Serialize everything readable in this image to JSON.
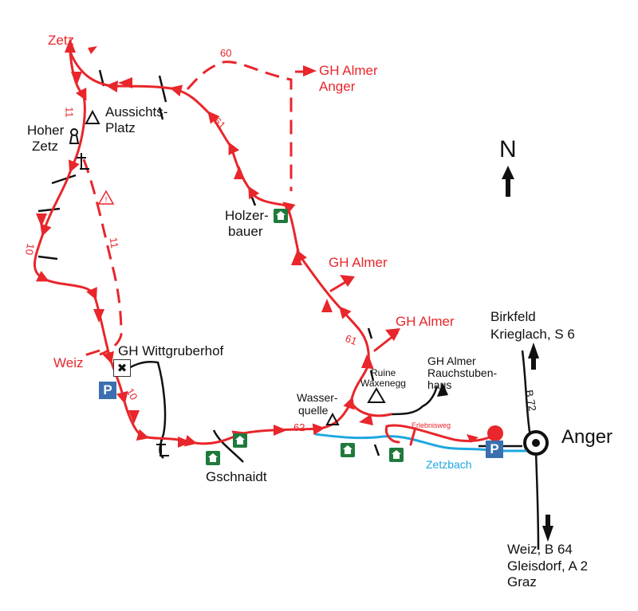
{
  "places": {
    "zetz": "Zetz",
    "gh_almer_anger_1": "GH Almer",
    "gh_almer_anger_2": "Anger",
    "aussichts_1": "Aussichts-",
    "aussichts_2": "Platz",
    "hoher_1": "Hoher",
    "hoher_2": "Zetz",
    "holzer_1": "Holzer-",
    "holzer_2": "bauer",
    "gh_almer_a": "GH Almer",
    "gh_almer_b": "GH Almer",
    "birkfeld_1": "Birkfeld",
    "birkfeld_2": "Krieglach, S 6",
    "weiz": "Weiz",
    "gh_witt": "GH Wittgruberhof",
    "ruine_1": "Ruine",
    "ruine_2": "Waxenegg",
    "gh_rauch_1": "GH Almer",
    "gh_rauch_2": "Rauchstuben-",
    "gh_rauch_3": "haus",
    "wasser_1": "Wasser-",
    "wasser_2": "quelle",
    "erlebnisweg": "Erlebnisweg",
    "anger": "Anger",
    "zetzbach": "Zetzbach",
    "gschnaidt": "Gschnaidt",
    "weiz_south_1": "Weiz, B 64",
    "weiz_south_2": "Gleisdorf, A 2",
    "weiz_south_3": "Graz",
    "north": "N"
  },
  "trail_numbers": {
    "n60": "60",
    "n61a": "61",
    "n11a": "11",
    "n11b": "11",
    "n10a": "10",
    "n61b": "61",
    "n10b": "10",
    "n62": "62"
  },
  "roads": {
    "b72": "B 72"
  },
  "parking": {
    "p": "P"
  },
  "icons": [
    "summit-triangle-icon",
    "hut-icon",
    "parking-icon",
    "restaurant-icon",
    "warning-icon",
    "cross-icon",
    "monument-icon",
    "roundabout-icon",
    "arrow-icon"
  ],
  "colors": {
    "trail": "#e8262b",
    "road": "#111111",
    "stream": "#1ea7e1",
    "parking": "#3b6fb0",
    "hut": "#1f7a3c"
  }
}
